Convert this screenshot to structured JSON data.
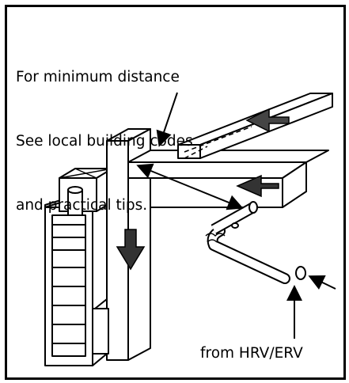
{
  "note": {
    "line1": "For minimum distance",
    "line2": "See local building codes",
    "line3": "and practical tips."
  },
  "source_label": "from HRV/ERV"
}
